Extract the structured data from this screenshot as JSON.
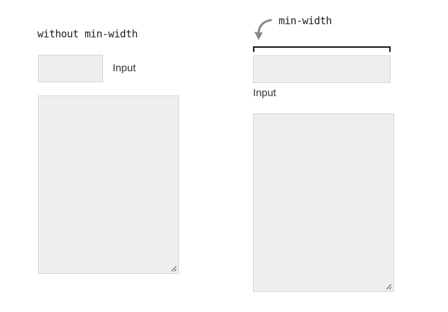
{
  "left": {
    "title": "without min-width",
    "input_label": "Input"
  },
  "right": {
    "title": "min-width",
    "input_label": "Input"
  },
  "colors": {
    "field_bg": "#eeeeee",
    "field_border": "#d6d6d6",
    "arrow": "#888888"
  },
  "icons": {
    "arrow": "curved-arrow-icon",
    "bracket": "bracket-icon",
    "resize": "resize-grip-icon"
  }
}
